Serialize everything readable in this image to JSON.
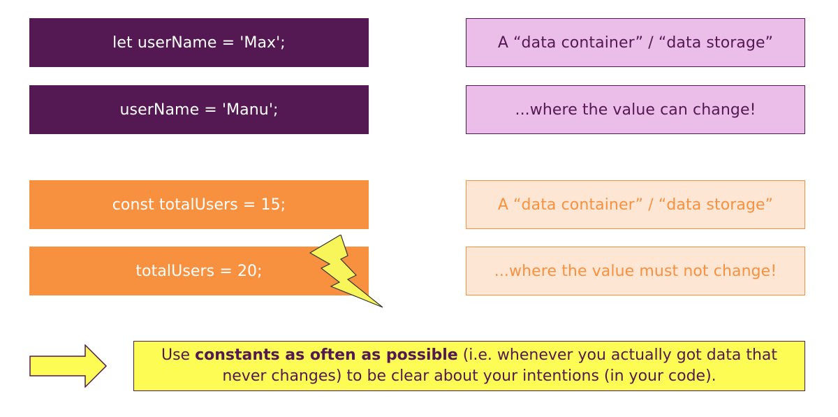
{
  "rows": [
    {
      "code": "let userName = 'Max';",
      "description": "A “data container” / “data storage”"
    },
    {
      "code": "userName = 'Manu';",
      "description": "...where the value can change!"
    },
    {
      "code": "const totalUsers = 15;",
      "description": "A “data container” / “data storage”"
    },
    {
      "code": "totalUsers = 20;",
      "description": "...where the value must not change!"
    }
  ],
  "note": {
    "prefix": "Use ",
    "emphasis": "constants as often as possible",
    "suffix_line1": " (i.e. whenever you actually got data that",
    "line2": "never changes) to be clear about your intentions (in your code)."
  },
  "icons": {
    "error_icon": "lightning-bolt-icon",
    "arrow_icon": "right-arrow-icon"
  },
  "colors": {
    "let_background": "#541852",
    "const_background": "#f7913f",
    "let_description_background": "#ebbde9",
    "const_description_background": "#fde6d4",
    "note_background": "#fdfc54",
    "lightning": "#f8f55a"
  }
}
